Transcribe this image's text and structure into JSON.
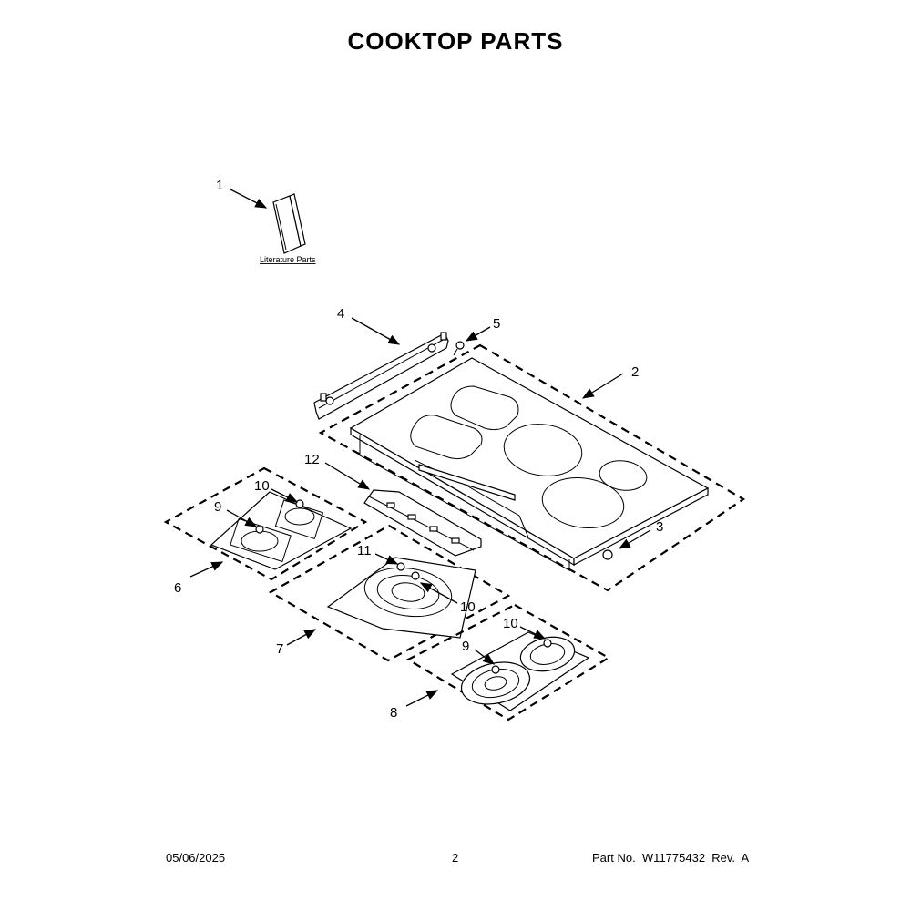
{
  "page": {
    "title": "COOKTOP PARTS",
    "footer": {
      "date": "05/06/2025",
      "page_number": "2",
      "part_number": "Part No.  W11775432  Rev.  A"
    }
  },
  "literature": {
    "label": "Literature Parts"
  },
  "callouts": {
    "c1": "1",
    "c2": "2",
    "c3": "3",
    "c4": "4",
    "c5": "5",
    "c6": "6",
    "c7": "7",
    "c8": "8",
    "c9a": "9",
    "c9b": "9",
    "c10a": "10",
    "c10b": "10",
    "c10c": "10",
    "c11": "11",
    "c12": "12"
  }
}
